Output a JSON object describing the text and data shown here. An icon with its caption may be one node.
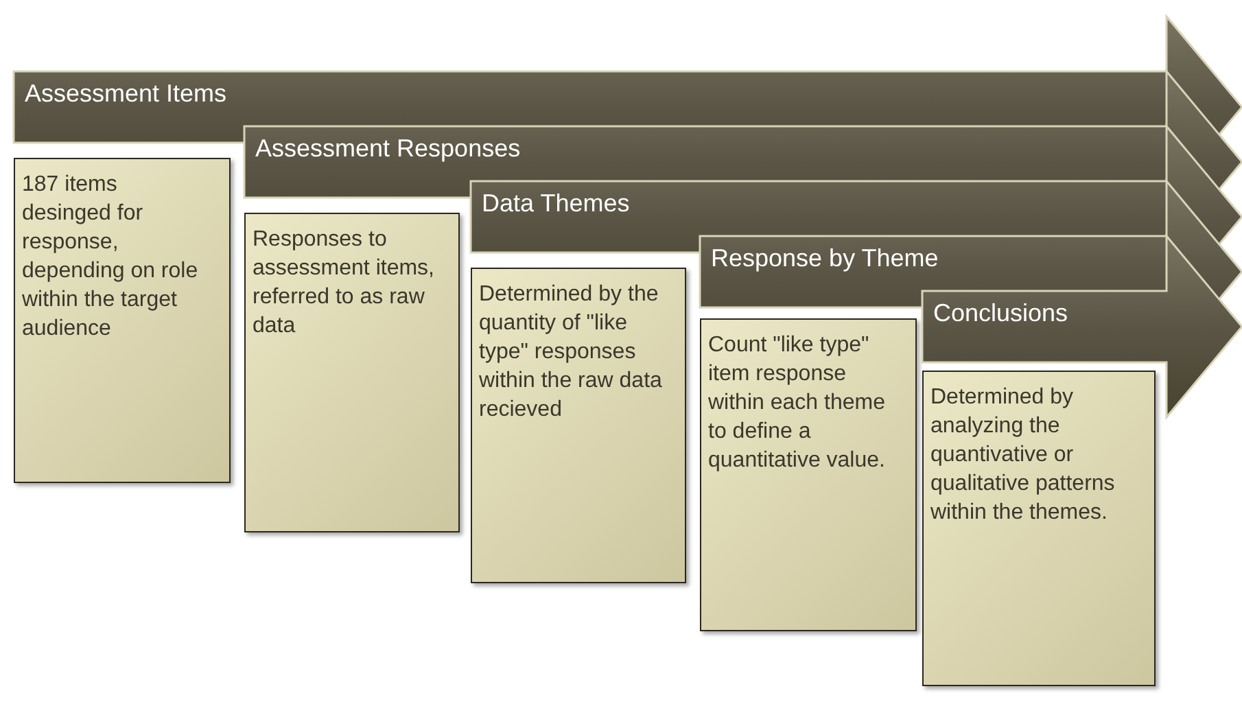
{
  "diagram": {
    "nodes": [
      {
        "text": [
          "Assessment Items"
        ]
      },
      {
        "text": [
          "187 items desinged for response, depending on role within the target audience"
        ]
      },
      {
        "text": [
          "Assessment Responses"
        ]
      },
      {
        "text": [
          "Responses to assessment items, referred to as raw data"
        ]
      },
      {
        "text": [
          "Data Themes"
        ]
      },
      {
        "text": [
          "Determined by the quantity of \"like type\" responses within the raw data recieved"
        ]
      },
      {
        "text": [
          "Response by Theme"
        ]
      },
      {
        "text": [
          "Count \"like type\" item response within each theme to define a quantitative value."
        ]
      },
      {
        "text": [
          "Conclusions"
        ]
      },
      {
        "text": [
          "Determined by analyzing the quantivative or qualitative patterns within the themes."
        ]
      }
    ]
  }
}
